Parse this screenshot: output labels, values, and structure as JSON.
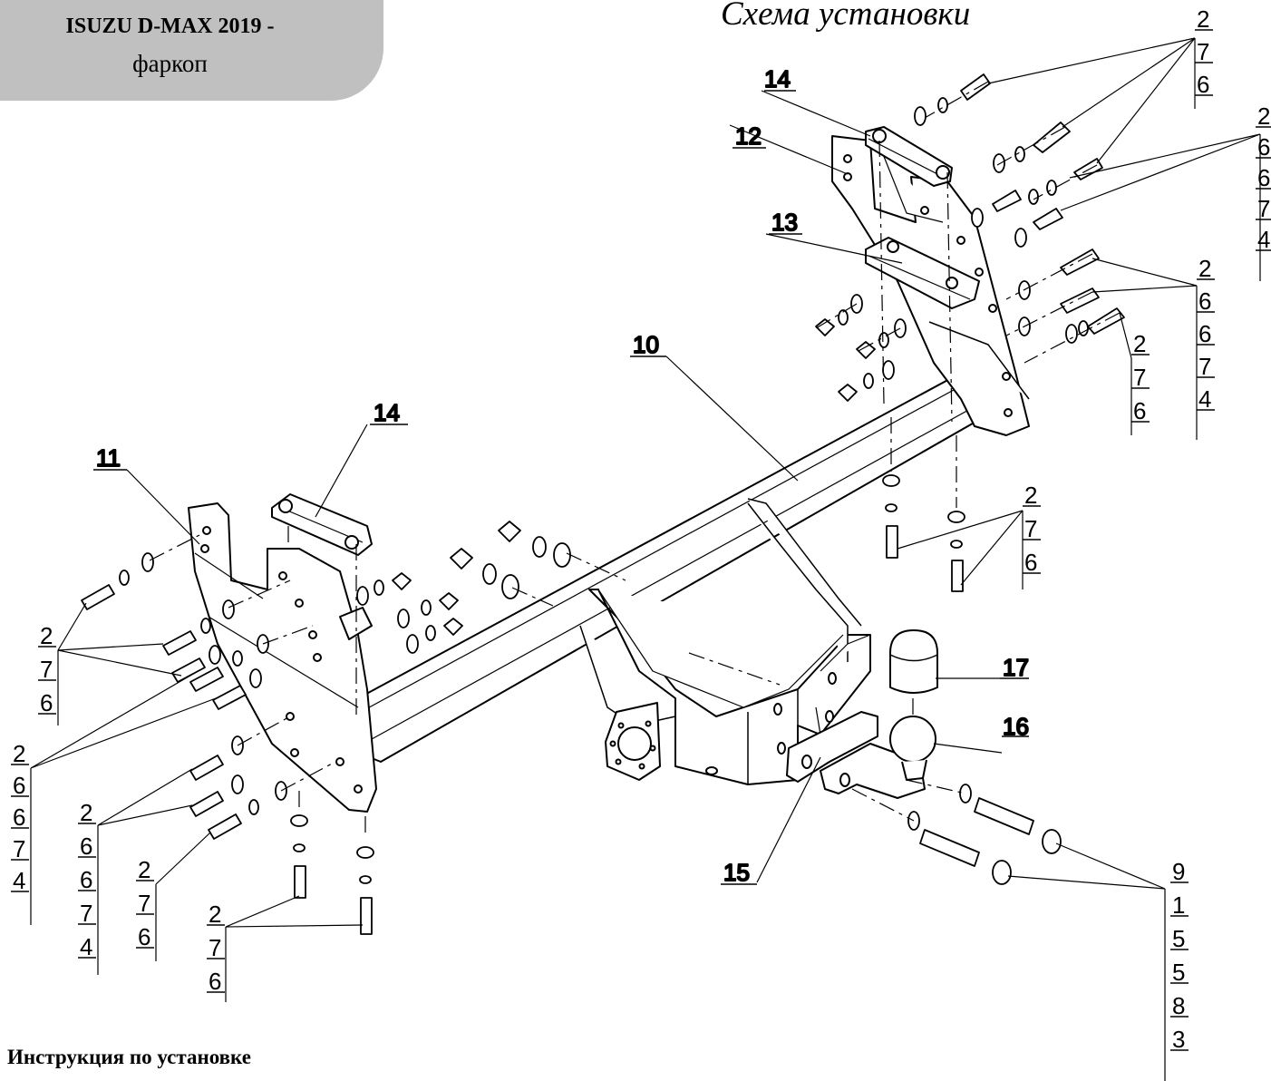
{
  "header": {
    "title_line1": "ISUZU D-MAX 2019 -",
    "title_line2": "фаркоп"
  },
  "heading": "Схема установки",
  "footer": "Инструкция по установке",
  "part_labels": {
    "p10": "10",
    "p11": "11",
    "p12": "12",
    "p13": "13",
    "p14a": "14",
    "p14b": "14",
    "p15": "15",
    "p16": "16",
    "p17": "17"
  },
  "stacks": {
    "top_right": [
      "2",
      "7",
      "6"
    ],
    "far_right": [
      "2",
      "6",
      "6",
      "7",
      "4"
    ],
    "right_mid": [
      "2",
      "6",
      "6",
      "7",
      "4"
    ],
    "right_small": [
      "2",
      "7",
      "6"
    ],
    "center_bolts": [
      "2",
      "7",
      "6"
    ],
    "left_top": [
      "2",
      "7",
      "6"
    ],
    "left_mid": [
      "2",
      "6",
      "6",
      "7",
      "4"
    ],
    "left_low": [
      "2",
      "6",
      "6",
      "7",
      "4"
    ],
    "left_small": [
      "2",
      "7",
      "6"
    ],
    "left_bottom": [
      "2",
      "7",
      "6"
    ],
    "ball_bolts": [
      "9",
      "1",
      "5",
      "5",
      "8",
      "3"
    ]
  }
}
